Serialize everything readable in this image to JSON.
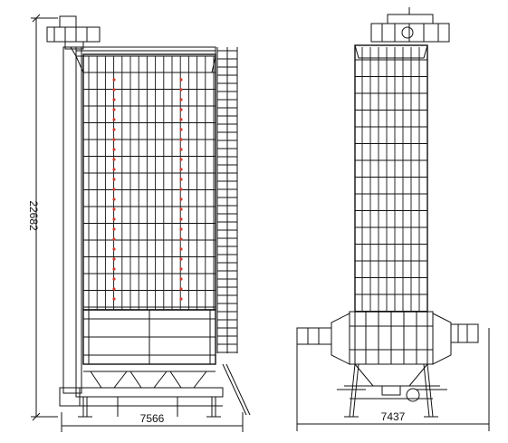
{
  "drawing": {
    "front_view": {
      "height_dimension": "22682",
      "width_dimension": "7566"
    },
    "side_view": {
      "width_dimension": "7437"
    },
    "colors": {
      "line": "#111111",
      "marker": "#d63a2a",
      "background": "#ffffff"
    }
  }
}
